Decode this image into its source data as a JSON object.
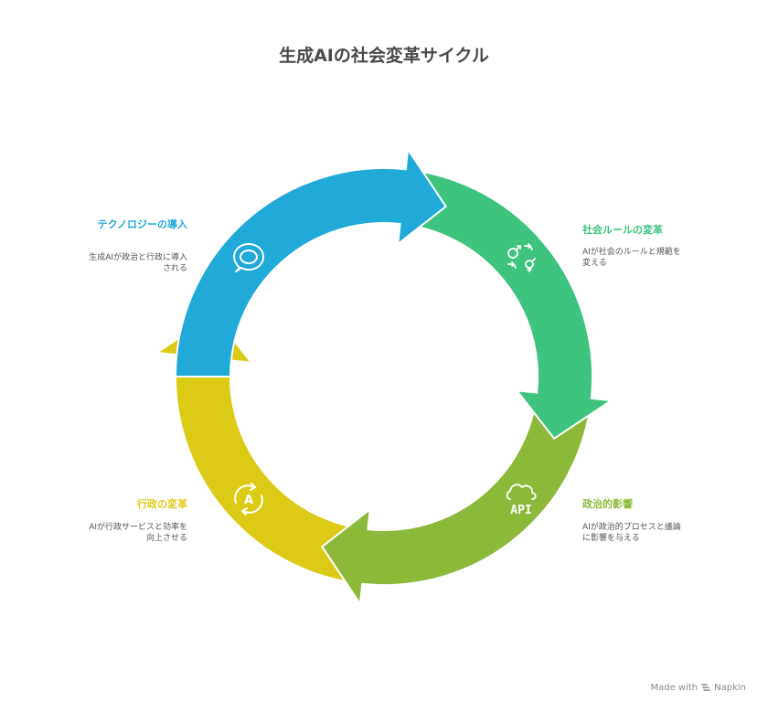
{
  "title": "生成AIの社会変革サイクル",
  "steps": [
    {
      "id": "tech",
      "label": "テクノロジーの導入",
      "desc": "生成AIが政治と行政に導入される",
      "color": "#21A9D8",
      "icon": "speech-bubble-icon"
    },
    {
      "id": "rule",
      "label": "社会ルールの変革",
      "desc": "AIが社会のルールと規範を変える",
      "color": "#3EC47F",
      "icon": "gender-swap-icon"
    },
    {
      "id": "pol",
      "label": "政治的影響",
      "desc": "AIが政治的プロセスと議論に影響を与える",
      "color": "#8DB93B",
      "icon": "cloud-api-icon",
      "icon_text": "API"
    },
    {
      "id": "gov",
      "label": "行政の変革",
      "desc": "AIが行政サービスと効率を向上させる",
      "color": "#DDCA16",
      "icon": "auto-refresh-icon",
      "icon_text": "A"
    }
  ],
  "footer": {
    "made_with": "Made with",
    "brand": "Napkin"
  }
}
